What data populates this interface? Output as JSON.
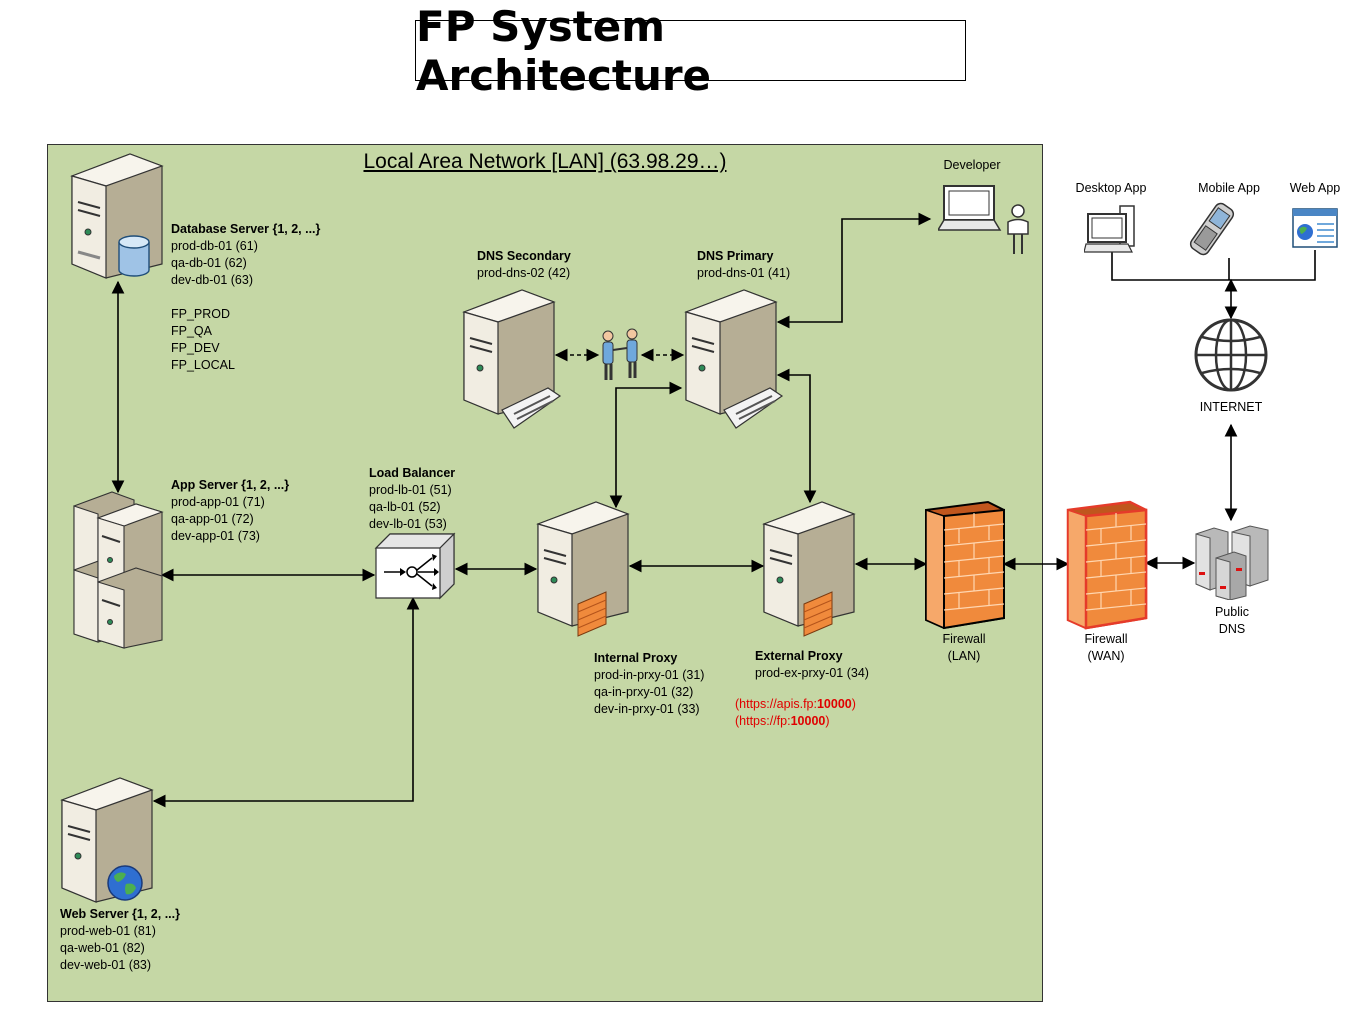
{
  "title": "FP System Architecture",
  "lan": {
    "title": "Local Area Network [LAN] (63.98.29…)",
    "background": "#c5d7a5"
  },
  "nodes": {
    "database": {
      "heading": "Database Server {1, 2, ...}",
      "hosts": [
        "prod-db-01 (61)",
        "qa-db-01 (62)",
        "dev-db-01 (63)"
      ],
      "schemas": [
        "FP_PROD",
        "FP_QA",
        "FP_DEV",
        "FP_LOCAL"
      ]
    },
    "app": {
      "heading": "App Server {1, 2, ...}",
      "hosts": [
        "prod-app-01 (71)",
        "qa-app-01 (72)",
        "dev-app-01 (73)"
      ]
    },
    "load_balancer": {
      "heading": "Load Balancer",
      "hosts": [
        "prod-lb-01 (51)",
        "qa-lb-01 (52)",
        "dev-lb-01 (53)"
      ]
    },
    "web": {
      "heading": "Web Server {1, 2, ...}",
      "hosts": [
        "prod-web-01 (81)",
        "qa-web-01 (82)",
        "dev-web-01 (83)"
      ]
    },
    "dns_secondary": {
      "heading": "DNS Secondary",
      "hosts": [
        "prod-dns-02 (42)"
      ]
    },
    "dns_primary": {
      "heading": "DNS Primary",
      "hosts": [
        "prod-dns-01 (41)"
      ]
    },
    "internal_proxy": {
      "heading": "Internal Proxy",
      "hosts": [
        "prod-in-prxy-01 (31)",
        "qa-in-prxy-01 (32)",
        "dev-in-prxy-01 (33)"
      ]
    },
    "external_proxy": {
      "heading": "External Proxy",
      "hosts": [
        "prod-ex-prxy-01 (34)"
      ],
      "urls": [
        {
          "prefix": "(https://apis.fp:",
          "port": "10000",
          "suffix": ")"
        },
        {
          "prefix": "(https://fp:",
          "port": "10000",
          "suffix": ")"
        }
      ]
    },
    "developer": {
      "label": "Developer"
    },
    "firewall_lan": {
      "label": [
        "Firewall",
        "(LAN)"
      ]
    },
    "firewall_wan": {
      "label": [
        "Firewall",
        "(WAN)"
      ]
    },
    "public_dns": {
      "label": [
        "Public",
        "DNS"
      ]
    },
    "internet": {
      "label": "INTERNET"
    },
    "desktop_app": {
      "label": "Desktop App"
    },
    "mobile_app": {
      "label": "Mobile App"
    },
    "web_app": {
      "label": "Web App"
    }
  },
  "colors": {
    "server_body": "#f1ede2",
    "server_side": "#b6ae95",
    "firewall": "#f08a3c",
    "url_red": "#e00000"
  },
  "icons": {
    "server": "server-tower-icon",
    "database": "database-cylinder-icon",
    "globe": "globe-icon",
    "firewall": "brick-wall-icon",
    "load_balancer": "load-balancer-icon",
    "handshake": "handshake-icon",
    "internet": "internet-globe-icon"
  }
}
